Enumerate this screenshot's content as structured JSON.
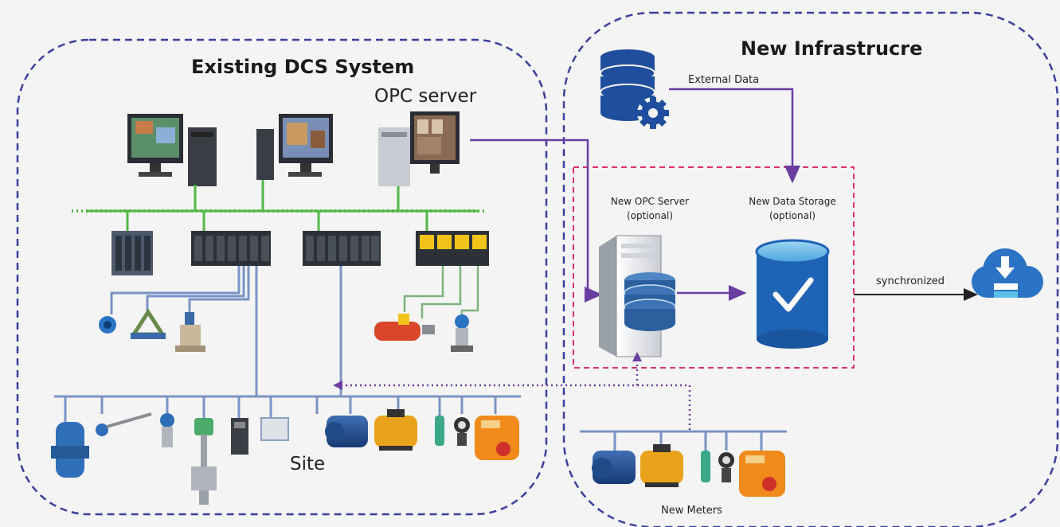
{
  "existing": {
    "title": "Existing DCS System",
    "opc_label": "OPC server",
    "site_label": "Site"
  },
  "new_infra": {
    "title": "New Infrastrucre",
    "external_data": "External Data",
    "new_opc_server": "New OPC Server",
    "new_opc_optional": "(optional)",
    "new_data_storage": "New Data Storage",
    "new_storage_optional": "(optional)",
    "synchronized": "synchronized",
    "new_meters": "New Meters"
  },
  "colors": {
    "boundary": "#3b3f9e",
    "optional_box": "#e0336a",
    "link_purple": "#6a3ea1",
    "fieldbus": "#7a93c4",
    "network": "#52b848",
    "db_blue": "#1f4e9e",
    "storage_blue": "#1f63b5",
    "cloud_blue": "#2b73c4"
  }
}
